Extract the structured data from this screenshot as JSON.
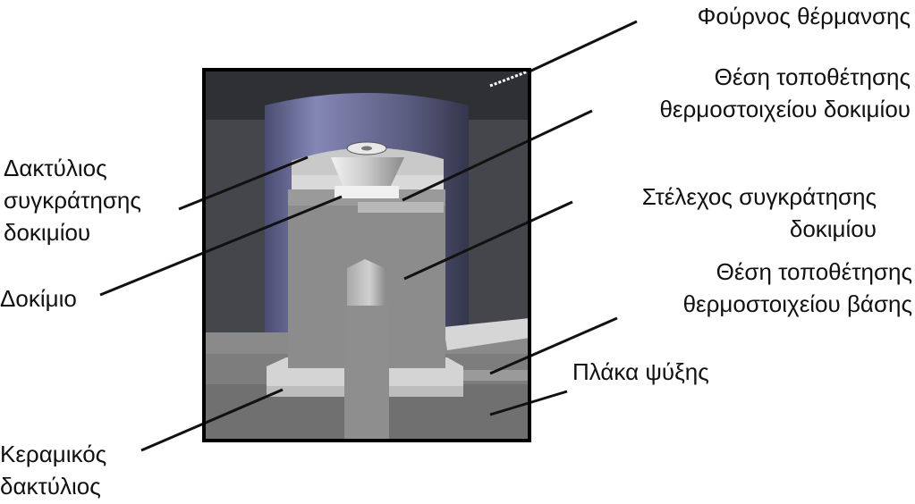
{
  "labels": {
    "heating_furnace": "Φούρνος θέρμανσης",
    "specimen_thermocouple": {
      "line1": "Θέση τοποθέτησης",
      "line2": "θερμοστοιχείου δοκιμίου"
    },
    "specimen_holding_ring": {
      "line1": "Δακτύλιος",
      "line2": "συγκράτησης",
      "line3": "δοκιμίου"
    },
    "specimen_holding_rod": {
      "line1": "Στέλεχος συγκράτησης",
      "line2": "δοκιμίου"
    },
    "specimen": "Δοκίμιο",
    "base_thermocouple": {
      "line1": "Θέση τοποθέτησης",
      "line2": "θερμοστοιχείου βάσης"
    },
    "cooling_plate": "Πλάκα ψύξης",
    "ceramic_ring": {
      "line1": "Κεραμικός",
      "line2": "δακτύλιος"
    }
  },
  "colors": {
    "frame_border": "#000000",
    "furnace_dark": "#3c3d41",
    "furnace_inner": "#6b6e9a",
    "rod_grey": "#8c8c8c",
    "plate_grey": "#7d7d7d",
    "light_part": "#d4d4d4",
    "leader_line": "#111111"
  }
}
